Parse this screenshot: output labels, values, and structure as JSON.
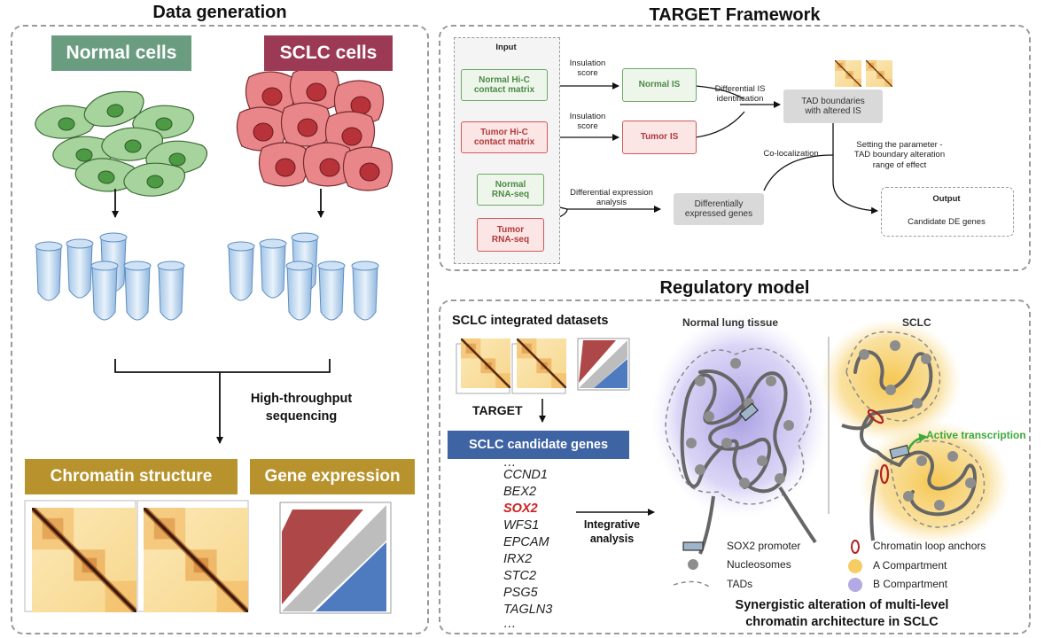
{
  "left_panel": {
    "title": "Data generation",
    "normal_label": "Normal cells",
    "sclc_label": "SCLC cells",
    "sequencing_label": "High-throughput\nsequencing",
    "chromatin_label": "Chromatin structure",
    "expression_label": "Gene expression"
  },
  "framework": {
    "title": "TARGET Framework",
    "input_label": "Input",
    "normal_hic": "Normal Hi-C\ncontact matrix",
    "tumor_hic": "Tumor Hi-C\ncontact matrix",
    "normal_rna": "Normal\nRNA-seq",
    "tumor_rna": "Tumor\nRNA-seq",
    "insulation_1": "Insulation\nscore",
    "insulation_2": "Insulation\nscore",
    "normal_is": "Normal IS",
    "tumor_is": "Tumor IS",
    "differential_is": "Differential IS\nidentification",
    "tad_boundaries": "TAD boundaries\nwith altered IS",
    "setting_param": "Setting the parameter -\nTAD boundary alteration\nrange of effect",
    "colocalization": "Co-localization",
    "diff_expression": "Differential expression\nanalysis",
    "de_genes": "Differentially\nexpressed genes",
    "output_label": "Output",
    "output_text": "Candidate DE genes"
  },
  "regulatory": {
    "title": "Regulatory model",
    "datasets_label": "SCLC integrated datasets",
    "target_label": "TARGET",
    "candidate_label": "SCLC candidate genes",
    "genes": [
      "…",
      "CCND1",
      "BEX2",
      "SOX2",
      "WFS1",
      "EPCAM",
      "IRX2",
      "STC2",
      "PSG5",
      "TAGLN3",
      "…"
    ],
    "highlight_gene": "SOX2",
    "integrative_label": "Integrative\nanalysis",
    "normal_tissue_label": "Normal lung tissue",
    "sclc_label": "SCLC",
    "active_transcription": "Active transcription",
    "legend": {
      "promoter": "SOX2 promoter",
      "nucleosomes": "Nucleosomes",
      "tads": "TADs",
      "loop_anchors": "Chromatin loop anchors",
      "a_compartment": "A Compartment",
      "b_compartment": "B Compartment"
    },
    "conclusion": "Synergistic alteration of multi-level\nchromatin architecture in SCLC"
  },
  "colors": {
    "normal_badge": "#6a9c80",
    "sclc_badge": "#9c3a55",
    "gold_badge": "#b8922c",
    "candidate_badge": "#3f64a3",
    "highlight_gene": "#cc2222",
    "active_green": "#3caa3c",
    "a_compartment": "#f5c448",
    "b_compartment": "#a49ae0"
  }
}
